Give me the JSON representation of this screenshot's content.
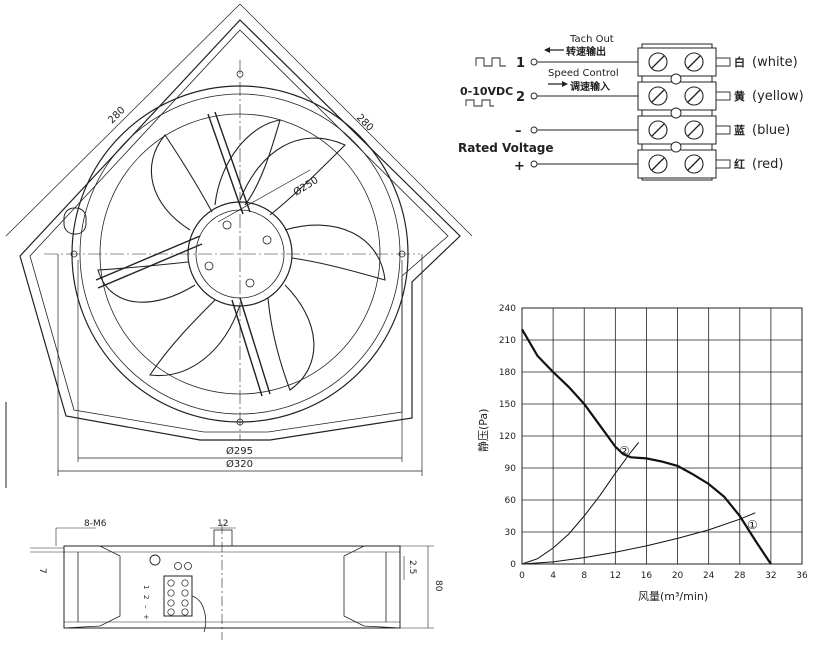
{
  "front_view": {
    "dimensions": {
      "diag_left": "280",
      "diag_right": "280",
      "diameter_impeller": "Ø250",
      "diameter_mount": "Ø295",
      "diameter_outer": "Ø320"
    }
  },
  "side_view": {
    "dimensions": {
      "holes": "8-M6",
      "slot": "12",
      "left_small": "7",
      "right_small": "2.5",
      "height": "80"
    },
    "pins": [
      "1",
      "2",
      "–",
      "+"
    ]
  },
  "wiring": {
    "tach_out_label": "Tach Out",
    "tach_out_cn": "转速输出",
    "speed_control_label": "Speed Control",
    "speed_control_cn": "调速输入",
    "signal_label": "0-10VDC",
    "rated_voltage_label": "Rated Voltage",
    "wires": [
      {
        "pin": "1",
        "cn": "白",
        "en": "(white)"
      },
      {
        "pin": "2",
        "cn": "黄",
        "en": "(yellow)"
      },
      {
        "pin": "–",
        "cn": "蓝",
        "en": "(blue)"
      },
      {
        "pin": "+",
        "cn": "红",
        "en": "(red)"
      }
    ]
  },
  "chart_data": {
    "type": "line",
    "xlabel": "风量(m³/min)",
    "ylabel": "静压(Pa)",
    "xlim": [
      0,
      36
    ],
    "ylim": [
      0,
      240
    ],
    "x_ticks": [
      "0",
      "4",
      "8",
      "12",
      "16",
      "20",
      "24",
      "28",
      "32",
      "36"
    ],
    "y_ticks": [
      "0",
      "30",
      "60",
      "90",
      "120",
      "150",
      "180",
      "210",
      "240"
    ],
    "grid": true,
    "series": [
      {
        "name": "",
        "role": "fan-curve",
        "x": [
          0,
          2,
          4,
          6,
          8,
          10,
          12,
          13,
          14,
          16,
          18,
          20,
          22,
          24,
          26,
          28,
          30,
          32
        ],
        "y": [
          220,
          195,
          180,
          166,
          150,
          130,
          110,
          103,
          100,
          99,
          96,
          92,
          84,
          75,
          63,
          45,
          22,
          0
        ]
      },
      {
        "name": "",
        "role": "system-curve",
        "x": [
          0,
          2,
          4,
          6,
          8,
          10,
          12,
          14,
          15
        ],
        "y": [
          0,
          5,
          15,
          28,
          45,
          64,
          85,
          105,
          114
        ]
      },
      {
        "name": "",
        "role": "system-curve",
        "x": [
          0,
          4,
          8,
          12,
          16,
          20,
          24,
          28,
          30
        ],
        "y": [
          0,
          2,
          6,
          11,
          17,
          24,
          32,
          42,
          48
        ]
      }
    ],
    "annotations": [
      "②",
      "①"
    ]
  }
}
